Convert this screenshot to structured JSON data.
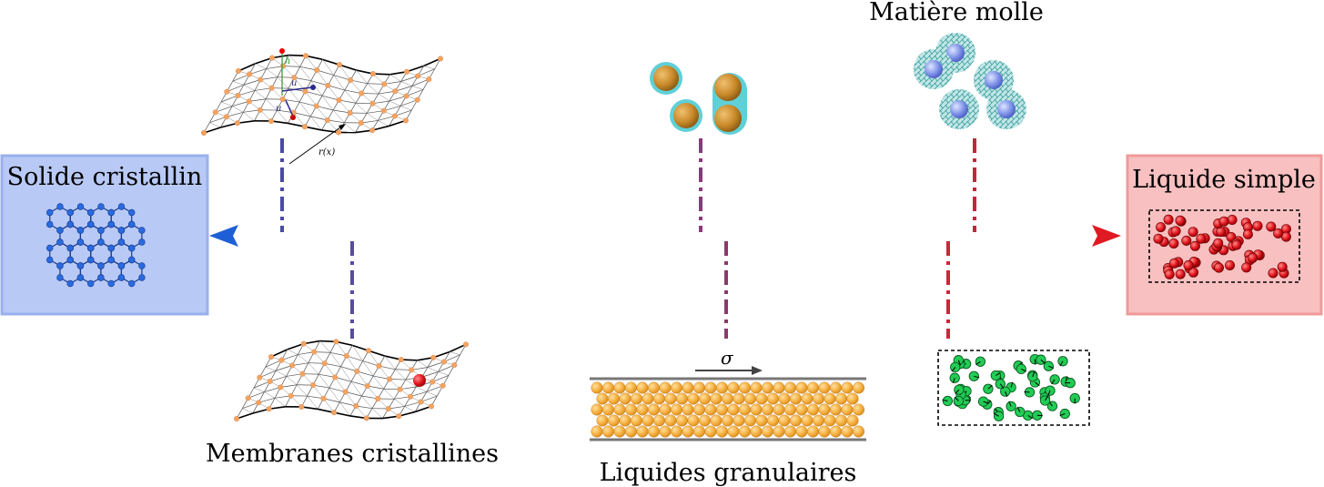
{
  "labels": {
    "solid": "Solide cristallin",
    "liquid": "Liquide simple",
    "soft_matter": "Matière molle",
    "membranes": "Membranes cristallines",
    "granular": "Liquides granulaires"
  },
  "annotations": {
    "sigma": "σ",
    "h_vec": "h",
    "u_vec_1": "u",
    "u_vec_2": "u",
    "r_vec": "r(x)"
  },
  "colors": {
    "solid_box": "#b8c9f5",
    "solid_border": "#9ab0ee",
    "liquid_box": "#f8c0c0",
    "liquid_border": "#f09a9a",
    "axis_left": "#1f5fd6",
    "axis_right": "#e01a22",
    "bead_orange": "#f4a460",
    "liquid_particle": "#e0141c",
    "soft_particle": "#22cc55"
  },
  "icons": [
    "honeycomb-lattice-icon",
    "membrane-mesh-icon",
    "droplet-icon",
    "colloid-icon",
    "granular-bead-icon",
    "particle-icon"
  ]
}
